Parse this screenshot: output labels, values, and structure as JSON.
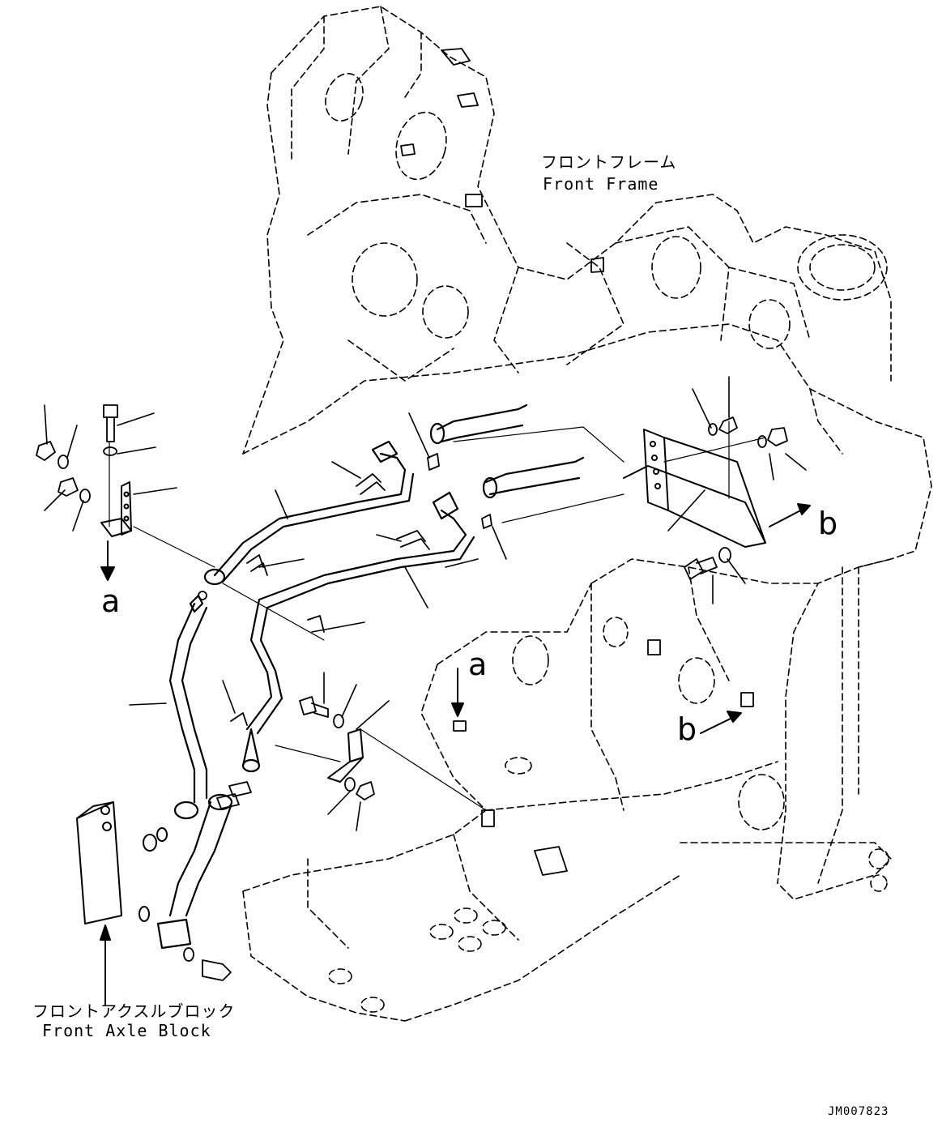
{
  "labels": {
    "front_frame_jp": "フロントフレーム",
    "front_frame_en": "Front Frame",
    "front_axle_block_jp": "フロントアクスルブロック",
    "front_axle_block_en": "Front Axle Block"
  },
  "callouts": {
    "a": "a",
    "b": "b"
  },
  "doc_code": "JM007823"
}
